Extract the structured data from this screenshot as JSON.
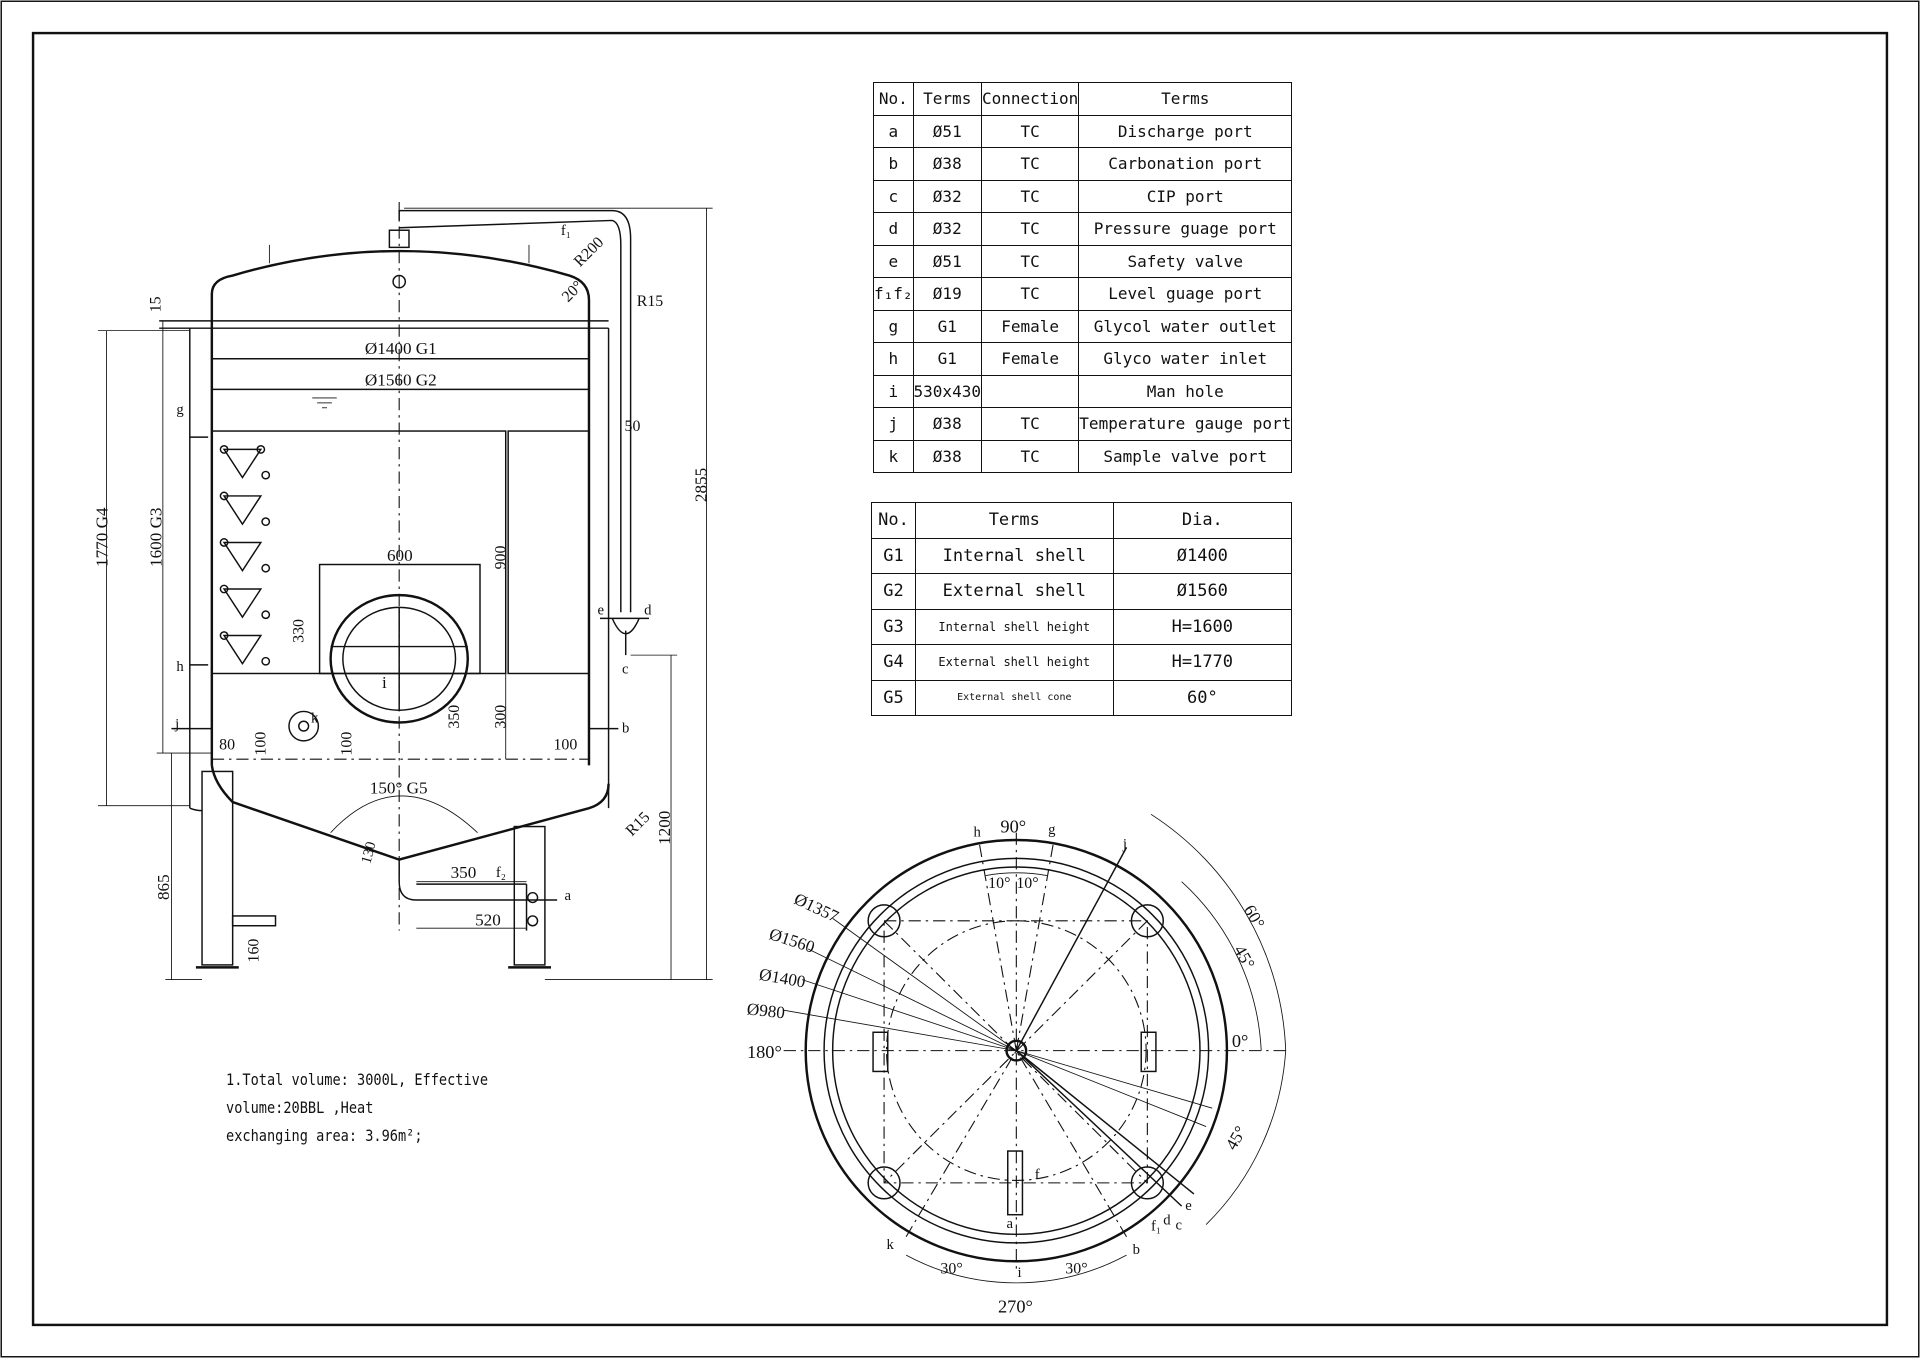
{
  "ports_table": {
    "headers": [
      "No.",
      "Terms",
      "Connection",
      "Terms"
    ],
    "rows": [
      {
        "no": "a",
        "size": "Ø51",
        "conn": "TC",
        "term": "Discharge port"
      },
      {
        "no": "b",
        "size": "Ø38",
        "conn": "TC",
        "term": "Carbonation port"
      },
      {
        "no": "c",
        "size": "Ø32",
        "conn": "TC",
        "term": "CIP port"
      },
      {
        "no": "d",
        "size": "Ø32",
        "conn": "TC",
        "term": "Pressure guage port"
      },
      {
        "no": "e",
        "size": "Ø51",
        "conn": "TC",
        "term": "Safety valve"
      },
      {
        "no": "f₁f₂",
        "size": "Ø19",
        "conn": "TC",
        "term": "Level guage port"
      },
      {
        "no": "g",
        "size": "G1",
        "conn": "Female",
        "term": "Glycol water outlet"
      },
      {
        "no": "h",
        "size": "G1",
        "conn": "Female",
        "term": "Glyco water inlet"
      },
      {
        "no": "i",
        "size": "530x430",
        "conn": "",
        "term": "Man hole"
      },
      {
        "no": "j",
        "size": "Ø38",
        "conn": "TC",
        "term": "Temperature gauge port"
      },
      {
        "no": "k",
        "size": "Ø38",
        "conn": "TC",
        "term": "Sample valve port"
      }
    ]
  },
  "shell_table": {
    "headers": [
      "No.",
      "Terms",
      "Dia."
    ],
    "rows": [
      {
        "no": "G1",
        "term": "Internal shell",
        "dia": "Ø1400"
      },
      {
        "no": "G2",
        "term": "External shell",
        "dia": "Ø1560"
      },
      {
        "no": "G3",
        "term": "Internal shell height",
        "dia": "H=1600"
      },
      {
        "no": "G4",
        "term": "External shell height",
        "dia": "H=1770"
      },
      {
        "no": "G5",
        "term": "External shell cone",
        "dia": "60°"
      }
    ]
  },
  "note": {
    "line1": "1.Total volume: 3000L, Effective volume:20BBL ,Heat",
    "line2": "exchanging area: 3.96m²;"
  },
  "side_view_labels": {
    "d15": "15",
    "g1": "Ø1400 G1",
    "g2": "Ø1560 G2",
    "g4": "1770 G4",
    "g3": "1600 G3",
    "d2855": "2855",
    "r200": "R200",
    "a20": "20°",
    "r15a": "R15",
    "d50": "50",
    "d600": "600",
    "d900": "900",
    "d330": "330",
    "d350": "350",
    "d300": "300",
    "d80": "80",
    "d100a": "100",
    "d100b": "100",
    "d100c": "100",
    "g5": "150° G5",
    "r15b": "R15",
    "d1200": "1200",
    "d130": "130",
    "d350b": "350",
    "d520": "520",
    "d865": "865",
    "d160": "160",
    "p_f1": "f₁",
    "p_f2": "f₂",
    "p_g": "g",
    "p_h": "h",
    "p_i": "i",
    "p_j": "j",
    "p_k": "k",
    "p_e": "e",
    "p_d": "d",
    "p_c": "c",
    "p_b": "b",
    "p_a": "a"
  },
  "top_view_labels": {
    "a90": "90°",
    "a180": "180°",
    "a0": "0°",
    "a270": "270°",
    "a60": "60°",
    "a45a": "45°",
    "a45b": "45°",
    "a10a": "10°",
    "a10b": "10°",
    "a30a": "30°",
    "a30b": "30°",
    "d1357": "Ø1357",
    "d1560": "Ø1560",
    "d1400": "Ø1400",
    "d980": "Ø980",
    "p_h": "h",
    "p_g": "g",
    "p_j": "j",
    "p_k": "k",
    "p_b": "b",
    "p_a": "a",
    "p_i": "i",
    "p_f1": "f₁",
    "p_f": "f",
    "p_d": "d",
    "p_c": "c",
    "p_e": "e"
  }
}
